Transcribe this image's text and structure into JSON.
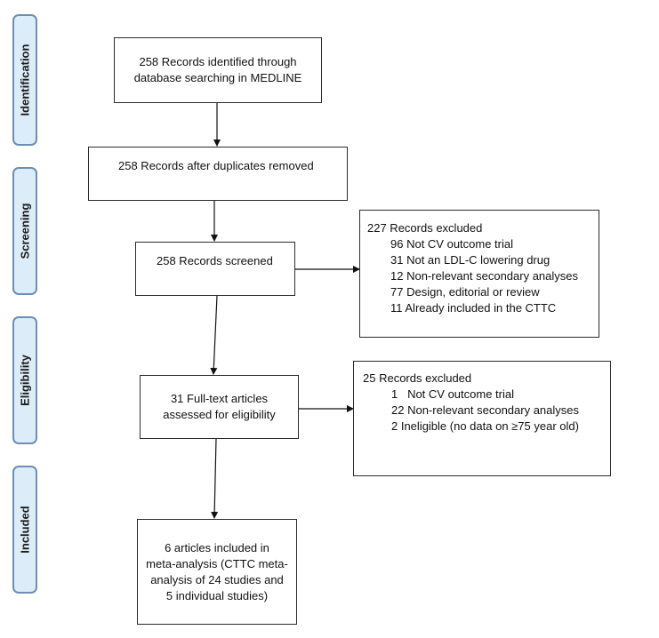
{
  "stages": [
    "Identification",
    "Screening",
    "Eligibility",
    "Included"
  ],
  "boxes": {
    "identified": [
      "258 Records identified through",
      "database searching in MEDLINE"
    ],
    "deduplicated": "258 Records after duplicates removed",
    "screened": "258 Records screened",
    "excluded_screening": {
      "title": "227 Records excluded",
      "items": [
        "96 Not CV outcome trial",
        "31 Not an LDL-C lowering drug",
        "12 Non-relevant secondary analyses",
        "77 Design, editorial or review",
        "11 Already included in the CTTC"
      ]
    },
    "fulltext": [
      "31 Full-text articles",
      "assessed for eligibility"
    ],
    "excluded_eligibility": {
      "title": "25 Records excluded",
      "items": [
        "1   Not CV outcome trial",
        "22 Non-relevant secondary analyses",
        "2 Ineligible (no data on ≥75 year old)"
      ]
    },
    "included": [
      "6 articles included in",
      "meta-analysis (CTTC meta-",
      "analysis of 24 studies and",
      "5 individual studies)"
    ]
  }
}
